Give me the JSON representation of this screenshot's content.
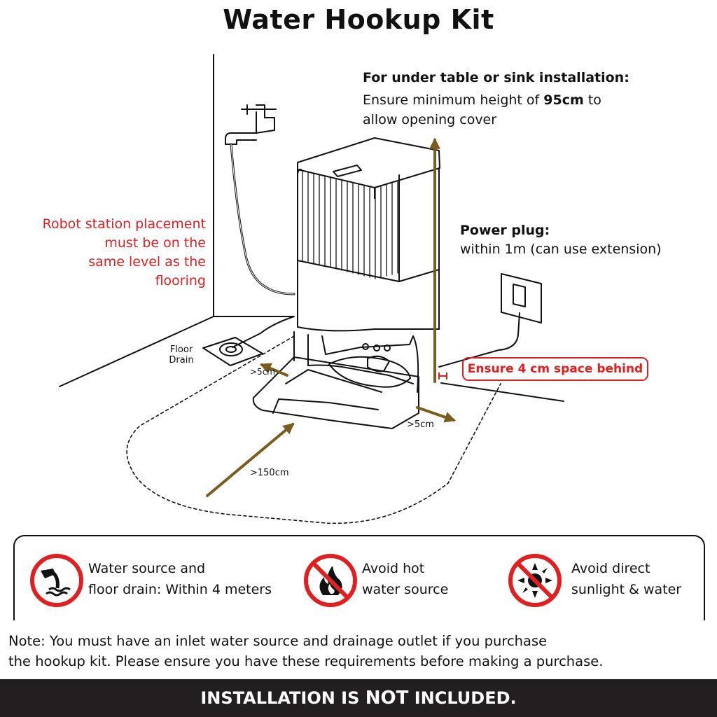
{
  "title": "Water Hookup Kit",
  "under_table": {
    "heading": "For under table or sink installation:",
    "line1_prefix": "Ensure minimum height of ",
    "line1_value": "95cm",
    "line1_suffix": " to",
    "line2": "allow opening cover"
  },
  "power": {
    "heading": "Power plug:",
    "text": "within 1m (can use extension)"
  },
  "placement_note": {
    "lines": [
      "Robot station placement",
      "must be on the",
      "same level as the",
      "flooring"
    ]
  },
  "floor_drain": {
    "line1": "Floor",
    "line2": "Drain"
  },
  "clearances": {
    "left": ">5cm",
    "right": ">5cm",
    "front": ">150cm"
  },
  "behind": {
    "prefix": "Ensure ",
    "value": "4 cm",
    "suffix": " space behind"
  },
  "requirements": [
    {
      "icon": "water-drain-icon",
      "line1": "Water source and",
      "line2": "floor drain: Within 4 meters"
    },
    {
      "icon": "no-hot-water-icon",
      "line1": "Avoid hot",
      "line2": "water source"
    },
    {
      "icon": "no-sunlight-icon",
      "line1": "Avoid direct",
      "line2": "sunlight & water"
    }
  ],
  "note": {
    "line1": "Note: You must have an inlet water source and drainage outlet if you purchase",
    "line2": "the hookup kit. Please ensure you have these requirements before making a purchase."
  },
  "footer": {
    "prefix": "INSTALLATION IS ",
    "emphasis": "NOT",
    "suffix": " INCLUDED."
  },
  "colors": {
    "accent_red": "#e02020",
    "arrow_brown": "#7a5c1e",
    "footer_bg": "#231f20",
    "line": "#111111"
  }
}
